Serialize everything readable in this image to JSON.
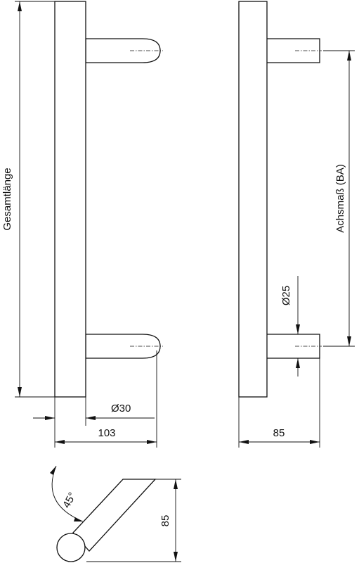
{
  "dimensions": {
    "overall_length": "Gesamtlänge",
    "diameter_bar": "Ø30",
    "projection_front": "103",
    "projection_side": "85",
    "center_distance": "Achsmaß (BA)",
    "diameter_standoff": "Ø25",
    "angle": "45°",
    "height_top_view": "85"
  }
}
